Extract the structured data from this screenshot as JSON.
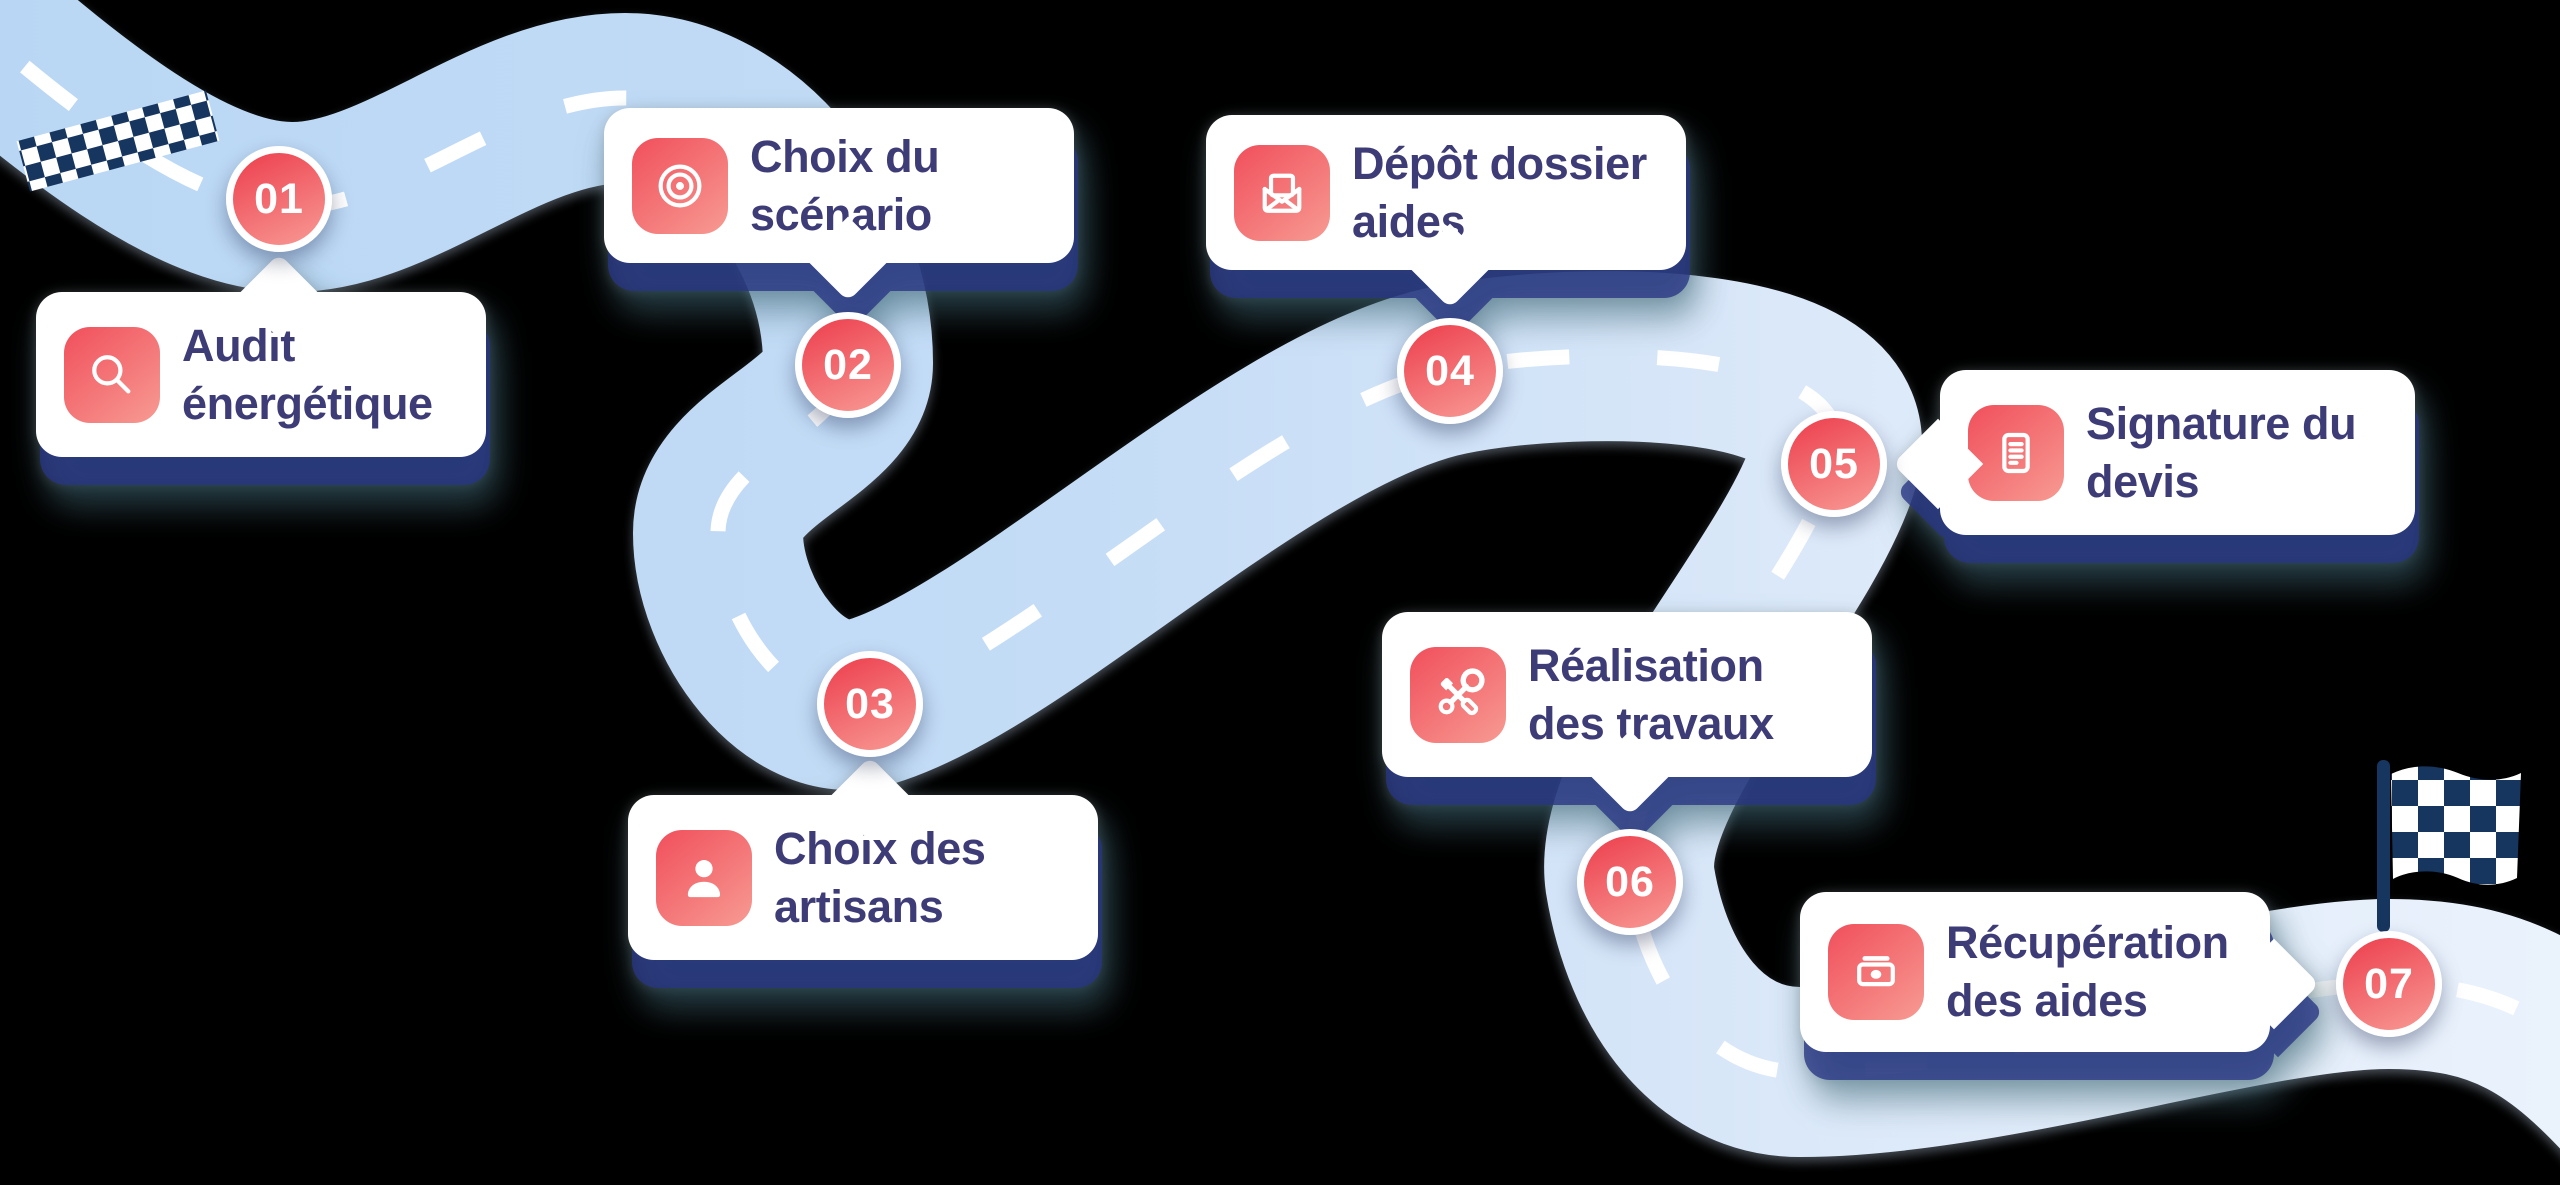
{
  "colors": {
    "road_a": "#B9D7F4",
    "road_b": "#C4DCF6",
    "road_c": "#DCE9F9",
    "road_d": "#EAF2FC",
    "dash": "#FFFFFF",
    "accent_a": "#F15560",
    "accent_b": "#F7978F",
    "circle_a": "#EE4955",
    "circle_b": "#F7938F",
    "indigo": "#3E3C76",
    "navy": "#17365F",
    "card_bg": "#FFFFFF"
  },
  "flags": {
    "start": "checkered-start-line",
    "finish": "checkered-finish-flag"
  },
  "steps": [
    {
      "number": "01",
      "line1": "Audit",
      "line2": "énergétique",
      "icon": "search-icon"
    },
    {
      "number": "02",
      "line1": "Choix du",
      "line2": "scénario",
      "icon": "target-icon"
    },
    {
      "number": "03",
      "line1": "Choix des",
      "line2": "artisans",
      "icon": "user-icon"
    },
    {
      "number": "04",
      "line1": "Dépôt dossier",
      "line2": "aides",
      "icon": "mail-icon"
    },
    {
      "number": "05",
      "line1": "Signature du",
      "line2": "devis",
      "icon": "document-icon"
    },
    {
      "number": "06",
      "line1": "Réalisation",
      "line2": "des travaux",
      "icon": "tools-icon"
    },
    {
      "number": "07",
      "line1": "Récupération",
      "line2": "des aides",
      "icon": "money-icon"
    }
  ]
}
